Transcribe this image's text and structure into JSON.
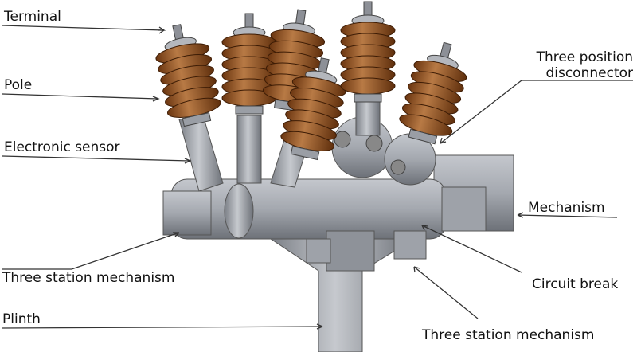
{
  "labels": {
    "terminal": "Terminal",
    "pole": "Pole",
    "electronic_sensor": "Electronic sensor",
    "disconnector_line1": "Three position",
    "disconnector_line2": "disconnector",
    "mechanism": "Mechanism",
    "three_station_left": "Three station mechanism",
    "circuit_break": "Circuit break",
    "plinth": "Plinth",
    "three_station_bottom": "Three station mechanism"
  },
  "colors": {
    "insulator": "#8a4a1c",
    "metal": "#a9acb3",
    "metal_dark": "#6f737a",
    "line": "#333333"
  }
}
